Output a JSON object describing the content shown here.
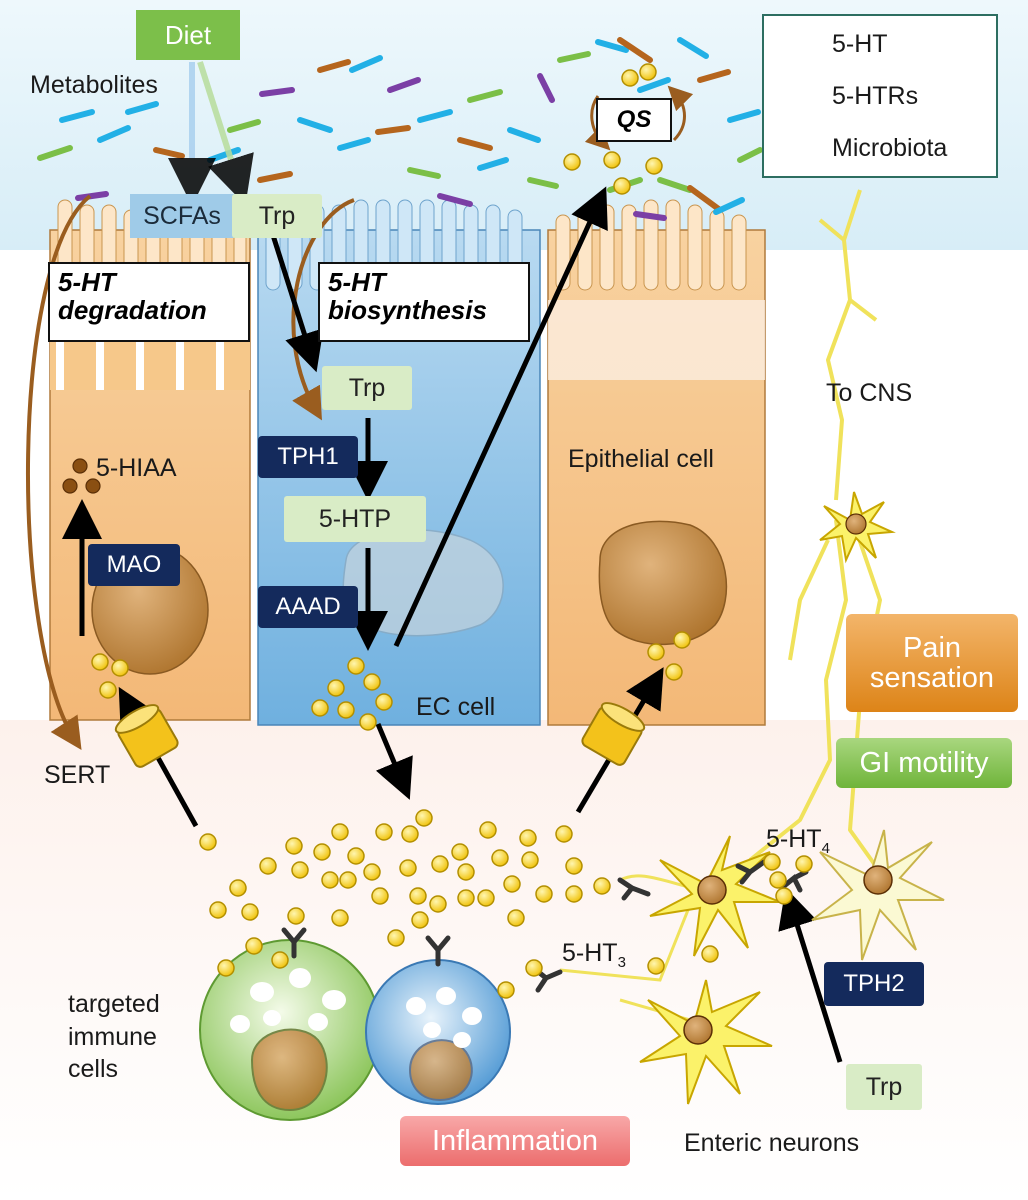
{
  "legend": {
    "serotonin": "5-HT",
    "receptors": "5-HTRs",
    "microbiota": "Microbiota"
  },
  "lumen": {
    "diet": "Diet",
    "metabolites": "Metabolites",
    "scfas": "SCFAs",
    "trp_top": "Trp",
    "qs": "QS"
  },
  "processes": {
    "degradation_line1": "5-HT",
    "degradation_line2": "degradation",
    "biosynthesis_line1": "5-HT",
    "biosynthesis_line2": "biosynthesis"
  },
  "ec_cell": {
    "trp": "Trp",
    "tph1": "TPH1",
    "htp": "5-HTP",
    "aaad": "AAAD",
    "label": "EC cell"
  },
  "left_cell": {
    "hiaa": "5-HIAA",
    "mao": "MAO",
    "sert": "SERT"
  },
  "right_cell": {
    "label": "Epithelial cell"
  },
  "neurons": {
    "to_cns": "To CNS",
    "ht4": "5-HT",
    "ht4_sub": "4",
    "ht3": "5-HT",
    "ht3_sub": "3",
    "tph2": "TPH2",
    "trp": "Trp",
    "label": "Enteric neurons"
  },
  "effects": {
    "pain_line1": "Pain",
    "pain_line2": "sensation",
    "gi": "GI motility",
    "inflammation": "Inflammation"
  },
  "immune": {
    "line1": "targeted",
    "line2": "immune",
    "line3": "cells"
  },
  "colors": {
    "serotonin": "#f5d21c",
    "epithelium": "#f6c88a",
    "ec_cell": "#8dc1e6",
    "navy": "#142a5c",
    "pain": "#e49020",
    "gi": "#7cbf4a",
    "inflammation": "#f07d7d"
  }
}
